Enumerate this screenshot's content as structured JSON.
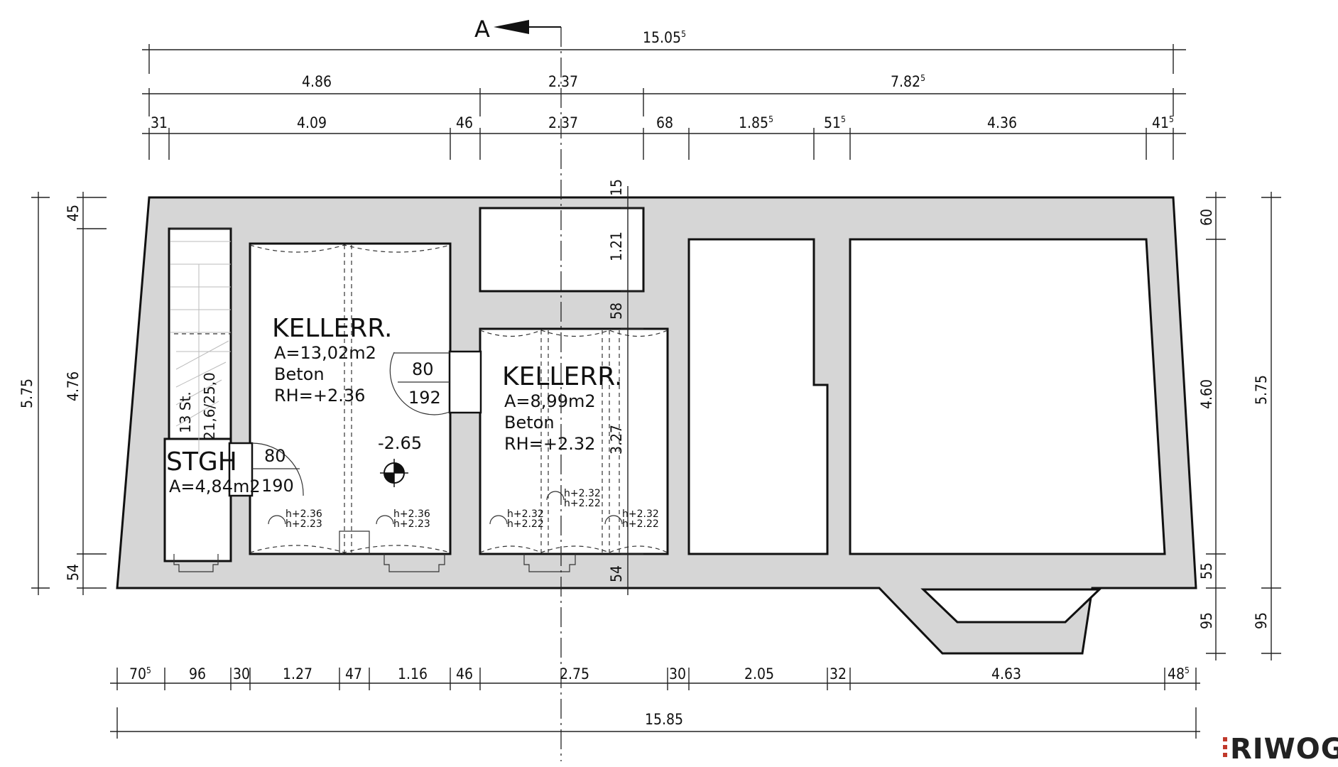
{
  "section_marker": {
    "label": "A"
  },
  "dims": {
    "overall_top": {
      "value": "15.05",
      "sup": "5"
    },
    "top_row2": [
      {
        "value": "4.86",
        "sup": ""
      },
      {
        "value": "2.37",
        "sup": ""
      },
      {
        "value": "7.82",
        "sup": "5"
      }
    ],
    "top_row3": [
      {
        "value": "31",
        "sup": ""
      },
      {
        "value": "4.09",
        "sup": ""
      },
      {
        "value": "46",
        "sup": ""
      },
      {
        "value": "2.37",
        "sup": ""
      },
      {
        "value": "68",
        "sup": ""
      },
      {
        "value": "1.85",
        "sup": "5"
      },
      {
        "value": "51",
        "sup": "5"
      },
      {
        "value": "4.36",
        "sup": ""
      },
      {
        "value": "41",
        "sup": "5"
      }
    ],
    "left_outer": "5.75",
    "left_inner": [
      "45",
      "4.76",
      "54"
    ],
    "right_outer": [
      "5.75",
      "95"
    ],
    "right_inner": [
      "60",
      "4.60",
      "55",
      "95"
    ],
    "mid_vertical": [
      "15",
      "1.21",
      "58",
      "3.27",
      "54"
    ],
    "bottom_row1": [
      {
        "value": "70",
        "sup": "5"
      },
      {
        "value": "96",
        "sup": ""
      },
      {
        "value": "30",
        "sup": ""
      },
      {
        "value": "1.27",
        "sup": ""
      },
      {
        "value": "47",
        "sup": ""
      },
      {
        "value": "1.16",
        "sup": ""
      },
      {
        "value": "46",
        "sup": ""
      },
      {
        "value": "2.75",
        "sup": ""
      },
      {
        "value": "30",
        "sup": ""
      },
      {
        "value": "2.05",
        "sup": ""
      },
      {
        "value": "32",
        "sup": ""
      },
      {
        "value": "4.63",
        "sup": ""
      },
      {
        "value": "48",
        "sup": "5"
      }
    ],
    "overall_bottom": "15.85"
  },
  "rooms": {
    "keller1": {
      "name": "KELLERR.",
      "area": "A=13,02m2",
      "floor": "Beton",
      "height": "RH=+2.36"
    },
    "keller2": {
      "name": "KELLERR.",
      "area": "A=8,99m2",
      "floor": "Beton",
      "height": "RH=+2.32"
    },
    "stgh": {
      "name": "STGH",
      "area": "A=4,84m2"
    }
  },
  "stair": {
    "steps": "13 St.",
    "ratio": "21,6/25,0"
  },
  "doors": [
    {
      "width": "80",
      "height": "192"
    },
    {
      "width": "80",
      "height": "190"
    }
  ],
  "level": {
    "value": "-2.65"
  },
  "arch_heights": {
    "k1": [
      [
        "h+2.36",
        "h+2.23"
      ],
      [
        "h+2.36",
        "h+2.23"
      ]
    ],
    "k2": [
      [
        "h+2.32",
        "h+2.22"
      ],
      [
        "h+2.32",
        "h+2.22"
      ],
      [
        "h+2.32",
        "h+2.22"
      ]
    ]
  },
  "logo": {
    "text": "RIWOG",
    "color": "#c0392b"
  }
}
